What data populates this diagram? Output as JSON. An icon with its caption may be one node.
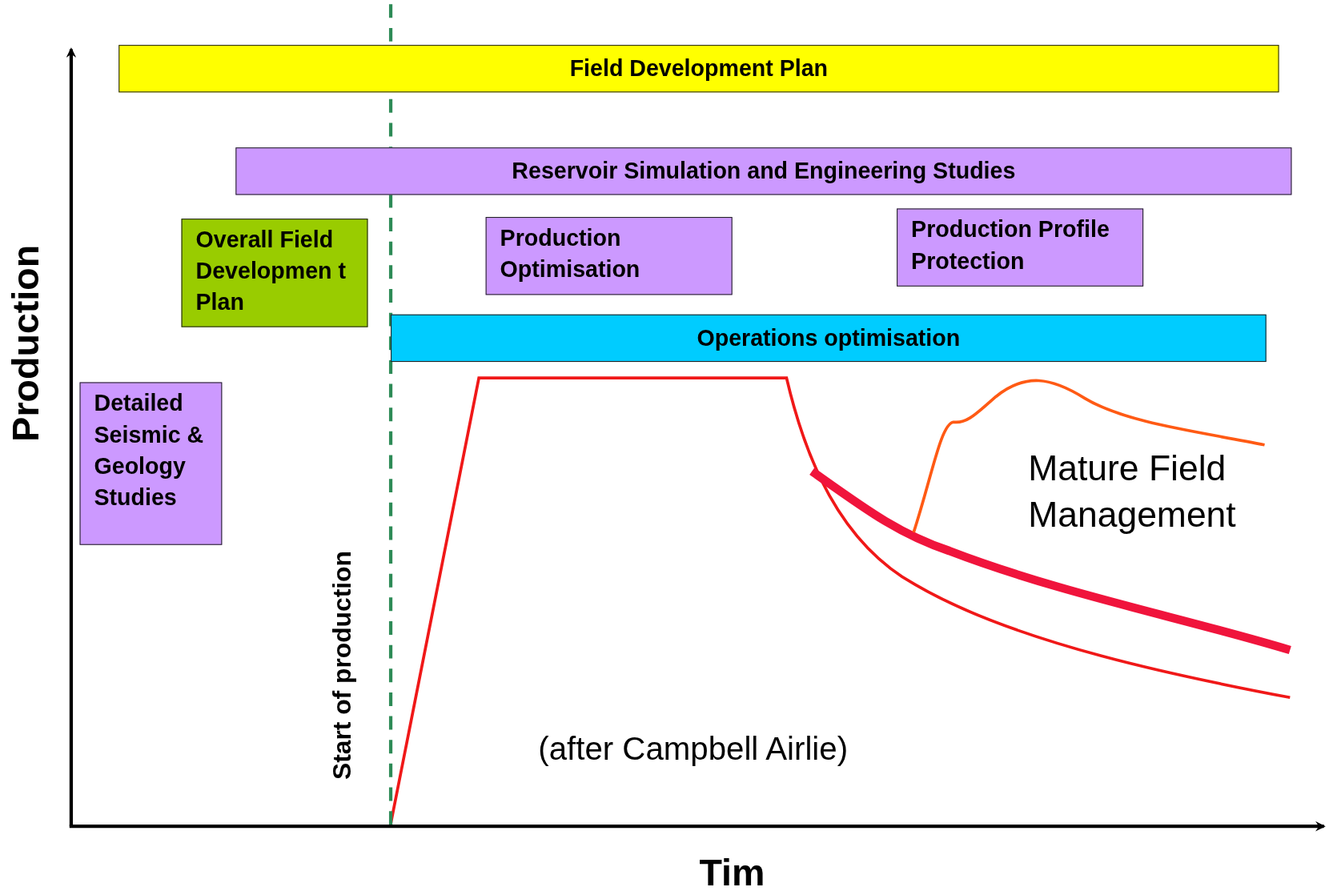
{
  "diagram": {
    "nodes": [
      {
        "text": [
          "Field Development Plan"
        ]
      },
      {
        "text": [
          "Reservoir Simulation and Engineering Studies"
        ]
      },
      {
        "text": [
          "Overall Field Developmen t Plan"
        ]
      },
      {
        "text": [
          "Production Optimisation"
        ]
      },
      {
        "text": [
          "Production Profile Protection"
        ]
      },
      {
        "text": [
          "Operations optimisation"
        ]
      },
      {
        "text": [
          "Detailed Seismic & Geology Studies"
        ]
      }
    ],
    "labels": [
      "Production",
      "Start of production",
      "Mature Field Management",
      "(after Campbell Airlie)",
      "Tim"
    ]
  }
}
